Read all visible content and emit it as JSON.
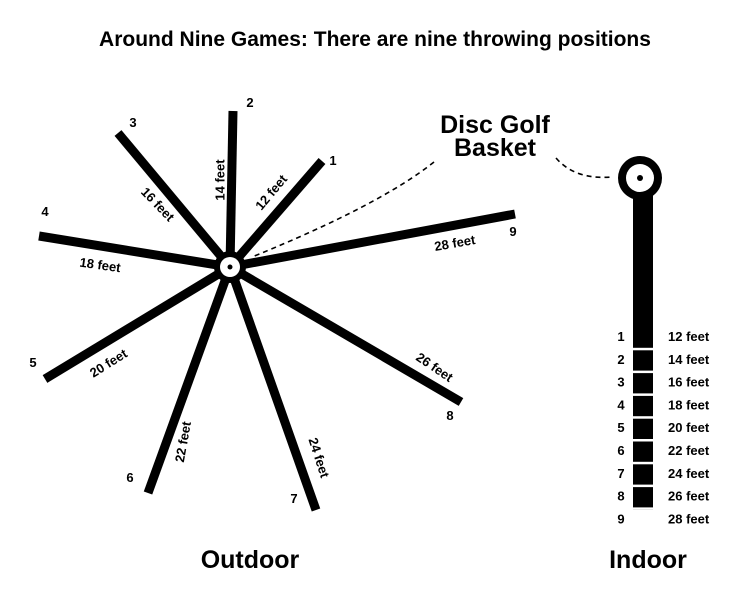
{
  "title": "Around Nine Games: There are nine throwing positions",
  "basket_label": [
    "Disc Golf",
    "Basket"
  ],
  "outdoor_label": "Outdoor",
  "indoor_label": "Indoor",
  "positions": [
    {
      "number": "1",
      "distance": "12 feet"
    },
    {
      "number": "2",
      "distance": "14 feet"
    },
    {
      "number": "3",
      "distance": "16 feet"
    },
    {
      "number": "4",
      "distance": "18 feet"
    },
    {
      "number": "5",
      "distance": "20 feet"
    },
    {
      "number": "6",
      "distance": "22 feet"
    },
    {
      "number": "7",
      "distance": "24 feet"
    },
    {
      "number": "8",
      "distance": "26 feet"
    },
    {
      "number": "9",
      "distance": "28 feet"
    }
  ]
}
